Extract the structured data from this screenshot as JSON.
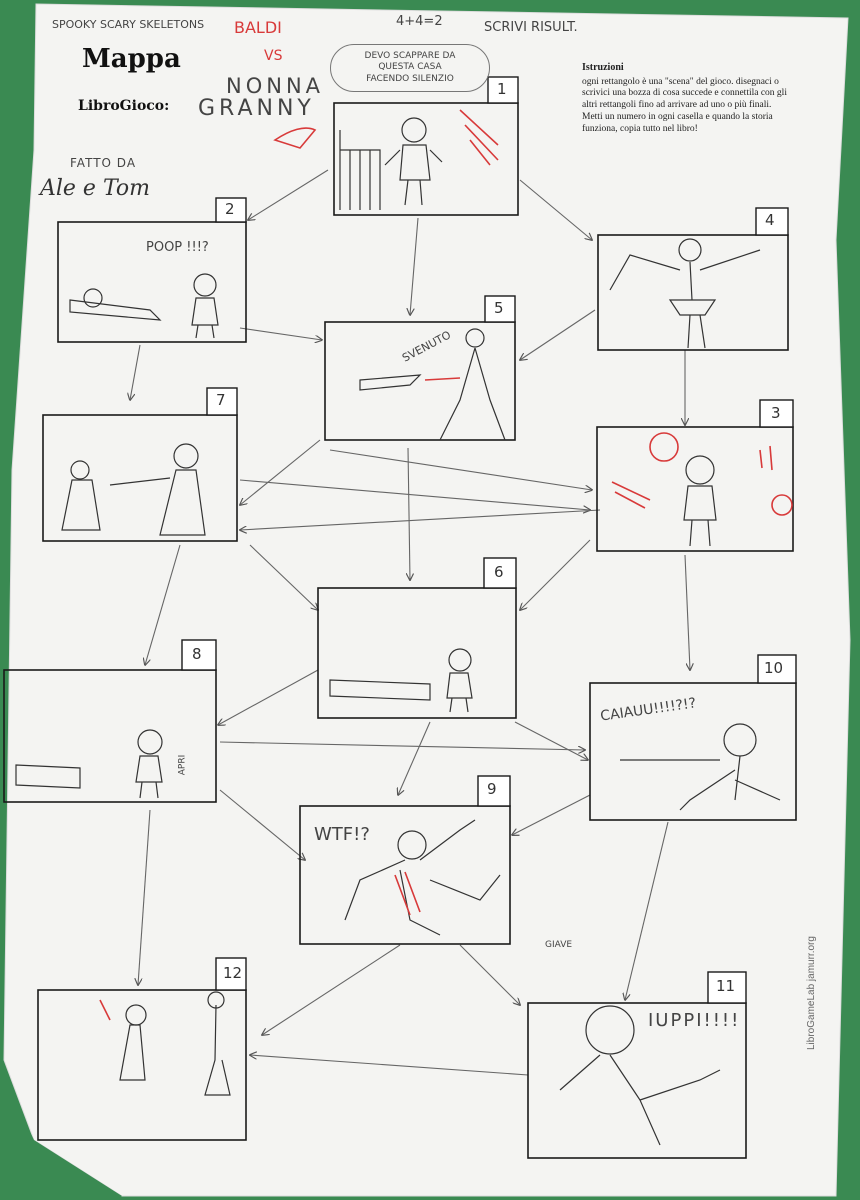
{
  "sheet": {
    "title": "Mappa",
    "libro_label": "LibroGioco:",
    "top_scribble": "SPOOKY SCARY SKELETONS",
    "top_baldi": "BALDI",
    "top_math": "4+4=2",
    "top_result": "SCRIVI RISULT.",
    "vs": "VS",
    "game_title_1": "NONNA",
    "game_title_2": "GRANNY",
    "thought": [
      "DEVO SCAPPARE DA",
      "QUESTA CASA",
      "FACENDO SILENZIO"
    ],
    "made_by_label": "FATTO DA",
    "made_by_names": "Ale e Tom",
    "instructions": {
      "heading": "Istruzioni",
      "body": "ogni rettangolo è una \"scena\" del gioco. disegnaci o scrivici una bozza di cosa succede e connettila con gli altri rettangoli fino ad arrivare ad uno o più finali.",
      "body2": "Metti un numero in ogni casella e quando la storia funziona, copia tutto nel libro!"
    },
    "credit": "LibroGameLab jamurr.org"
  },
  "scenes": [
    {
      "num": "1",
      "text": ""
    },
    {
      "num": "2",
      "text": "POOP !!!?"
    },
    {
      "num": "3",
      "text": ""
    },
    {
      "num": "4",
      "text": ""
    },
    {
      "num": "5",
      "text": "SVENUTO"
    },
    {
      "num": "6",
      "text": ""
    },
    {
      "num": "7",
      "text": ""
    },
    {
      "num": "8",
      "text": "APRI"
    },
    {
      "num": "9",
      "text": "WTF!?"
    },
    {
      "num": "10",
      "text": "CAIAUU!!!!?!?"
    },
    {
      "num": "11",
      "text": "IUPPI!!!!"
    },
    {
      "num": "12",
      "text": ""
    }
  ],
  "scene11_extra": "GIAVE",
  "colors": {
    "table": "#3a8a52",
    "paper": "#f4f4f2",
    "ink": "#1a1a1a",
    "pencil": "#555555",
    "red": "#d83a3a"
  }
}
